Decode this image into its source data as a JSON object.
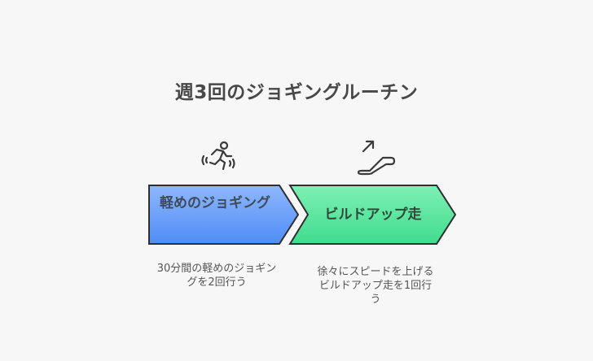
{
  "title": "週3回のジョギングルーチン",
  "steps": [
    {
      "label": "軽めのジョギング",
      "description": "30分間の軽めのジョギングを2回行う",
      "icon": "running-person-icon",
      "color_top": "#8fb7ff",
      "color_bottom": "#4f8df5"
    },
    {
      "label": "ビルドアップ走",
      "description": "徐々にスピードを上げるビルドアップ走を1回行う",
      "icon": "escalator-up-icon",
      "color_top": "#7ef0b4",
      "color_bottom": "#3fdc8e"
    }
  ],
  "colors": {
    "background": "#f7f7f7",
    "outline": "#2f2f2f"
  }
}
